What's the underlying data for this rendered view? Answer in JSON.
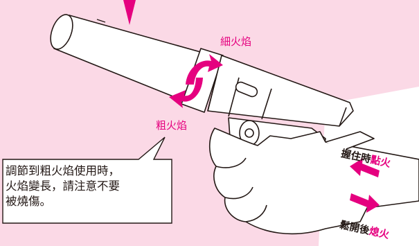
{
  "labels": {
    "thin_flame": "細火焰",
    "thick_flame": "粗火焰"
  },
  "note": {
    "line1": "調節到粗火焰使用時，",
    "line2": "火焰變長，請注意不要",
    "line3": "被燒傷。"
  },
  "instructions": {
    "grip_prefix": "握住時",
    "grip_action": "點火",
    "release_prefix": "鬆開後",
    "release_action": "熄火"
  },
  "colors": {
    "background": "#fbd9e6",
    "accent": "#e5007f",
    "outline": "#231815"
  }
}
